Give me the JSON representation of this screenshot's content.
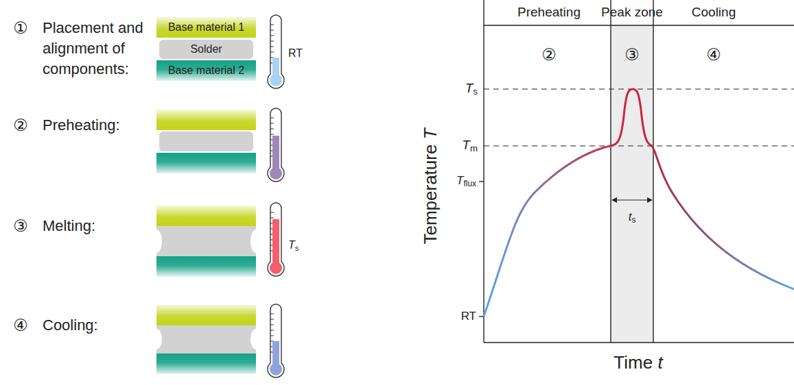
{
  "diagram": {
    "nodes": [
      {
        "text": [
          "Base material 1"
        ]
      },
      {
        "text": [
          "Solder"
        ]
      },
      {
        "text": [
          "Base material 2"
        ]
      }
    ],
    "labels": [
      "①",
      "Placement and alignment of components:",
      "RT",
      "②",
      "Preheating:",
      "③",
      "Melting:",
      "Ts",
      "④",
      "Cooling:",
      "Preheating",
      "Peak zone",
      "Cooling",
      "②",
      "③",
      "④",
      "Ts",
      "Tm",
      "Tflux",
      "RT",
      "ts",
      "Temperature T",
      "Time t"
    ]
  }
}
